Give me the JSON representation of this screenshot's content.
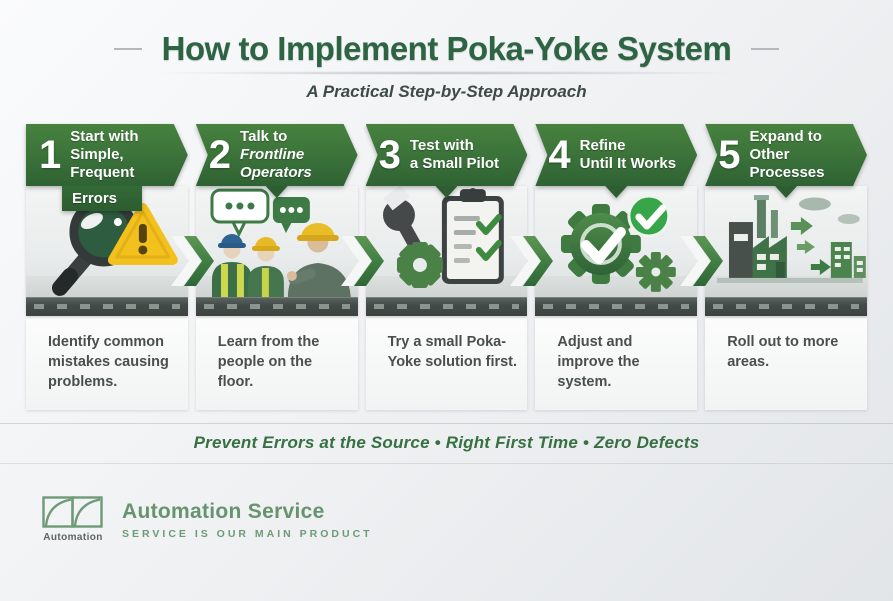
{
  "header": {
    "title": "How to Implement Poka-Yoke System",
    "subtitle": "A Practical Step-by-Step Approach"
  },
  "steps": [
    {
      "number": "1",
      "title_line1": "Start with",
      "title_line2": "Simple, Frequent",
      "title_line3": "Errors",
      "description": "Identify common mistakes causing problems.",
      "icon": "magnifier-warning-icon"
    },
    {
      "number": "2",
      "title_line1": "Talk to",
      "title_line2": "Frontline Operators",
      "description": "Learn from the people on the floor.",
      "icon": "workers-conversation-icon"
    },
    {
      "number": "3",
      "title_line1": "Test with",
      "title_line2": "a Small Pilot",
      "description": "Try a small Poka-Yoke solution first.",
      "icon": "wrench-gear-checklist-icon"
    },
    {
      "number": "4",
      "title_line1": "Refine",
      "title_line2": "Until It Works",
      "description": "Adjust and improve the system.",
      "icon": "gear-checkmark-icon"
    },
    {
      "number": "5",
      "title_line1": "Expand to",
      "title_line2": "Other Processes",
      "description": "Roll out to more areas.",
      "icon": "factory-expansion-icon"
    }
  ],
  "tagline": {
    "items": [
      "Prevent Errors at the Source",
      "Right First Time",
      "Zero Defects"
    ],
    "separator": "•",
    "text": "Prevent Errors at the Source  •  Right First Time  •  Zero Defects"
  },
  "footer": {
    "logo_label": "Automation",
    "brand": "Automation Service",
    "slogan": "SERVICE IS OUR MAIN PRODUCT"
  },
  "colors": {
    "title_green": "#2D6443",
    "banner_green_top": "#47823F",
    "banner_green_bottom": "#2F6234",
    "tagline_green": "#377043",
    "warning_yellow": "#F2C11D",
    "brand_green": "#67946F"
  }
}
